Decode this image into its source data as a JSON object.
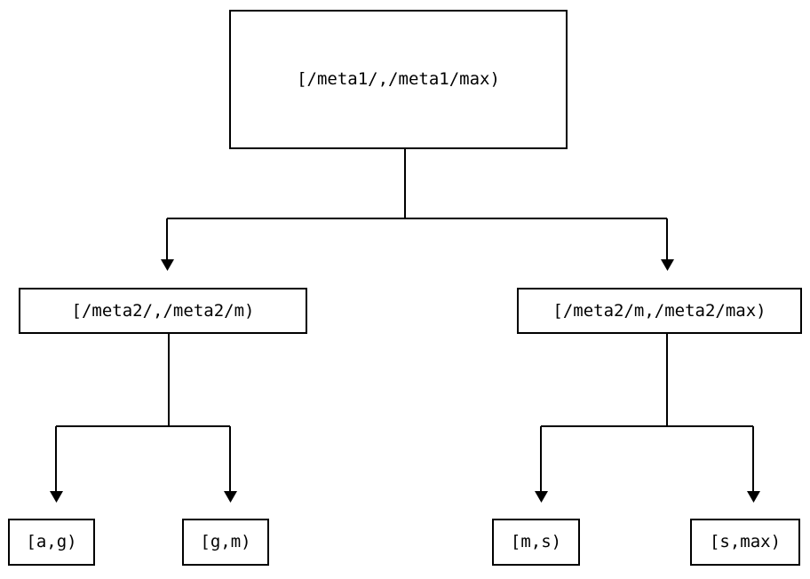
{
  "diagram": {
    "title": "interval-partition-tree",
    "background_color": "#ffffff",
    "stroke_color": "#000000",
    "nodes": {
      "root": {
        "label": "[/meta1/,/meta1/max)"
      },
      "mid_left": {
        "label": "[/meta2/,/meta2/m)"
      },
      "mid_right": {
        "label": "[/meta2/m,/meta2/max)"
      },
      "leaf_1": {
        "label": "[a,g)"
      },
      "leaf_2": {
        "label": "[g,m)"
      },
      "leaf_3": {
        "label": "[m,s)"
      },
      "leaf_4": {
        "label": "[s,max)"
      }
    }
  }
}
